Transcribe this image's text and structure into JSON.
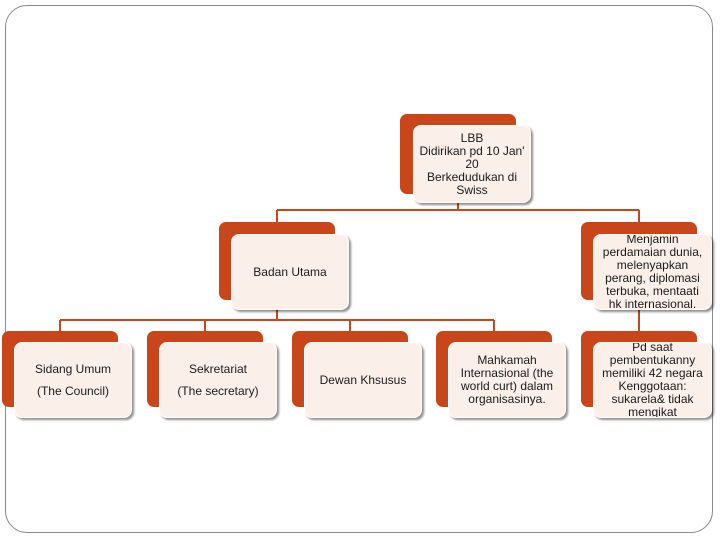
{
  "nodes": {
    "lbb": {
      "lines": [
        "LBB",
        "Didirikan pd 10 Jan'",
        "20",
        "Berkedudukan di",
        "Swiss"
      ]
    },
    "badan_utama": {
      "label": "Badan Utama"
    },
    "tujuan": {
      "lines": [
        "Menjamin",
        "perdamaian dunia,",
        "melenyapkan",
        "perang, diplomasi",
        "terbuka, mentaati",
        "hk internasional."
      ]
    },
    "sidang_umum": {
      "line1": "Sidang Umum",
      "line2": "(The Council)"
    },
    "sekretariat": {
      "line1": "Sekretariat",
      "line2": "(The secretary)"
    },
    "dewan_khusus": {
      "label": "Dewan Khsusus"
    },
    "mahkamah": {
      "lines": [
        "Mahkamah",
        "Internasional (the",
        "world curt) dalam",
        "organisasinya."
      ]
    },
    "anggota": {
      "lines": [
        "Pd saat",
        "pembentukanny",
        "memiliki 42 negara"
      ],
      "lines2": [
        "Kenggotaan:",
        "sukarela& tidak",
        "mengikat"
      ]
    }
  },
  "colors": {
    "accent": "#c8461a",
    "card": "#fbefea",
    "connector": "#c8461a",
    "frame": "#8a8a8a"
  }
}
